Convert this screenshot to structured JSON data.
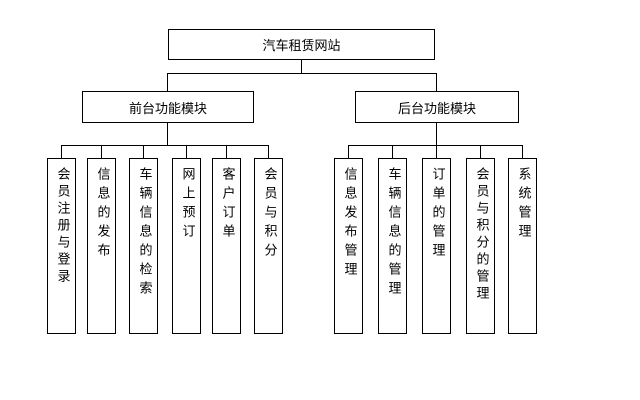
{
  "root": {
    "label": "汽车租赁网站"
  },
  "branches": [
    {
      "label": "前台功能模块",
      "modules": [
        "会员注册与登录",
        "信息的发布",
        "车辆信息的检索",
        "网上预订",
        "客户订单",
        "会员与积分"
      ]
    },
    {
      "label": "后台功能模块",
      "modules": [
        "信息发布管理",
        "车辆信息的管理",
        "订单的管理",
        "会员与积分的管理",
        "系统管理"
      ]
    }
  ]
}
